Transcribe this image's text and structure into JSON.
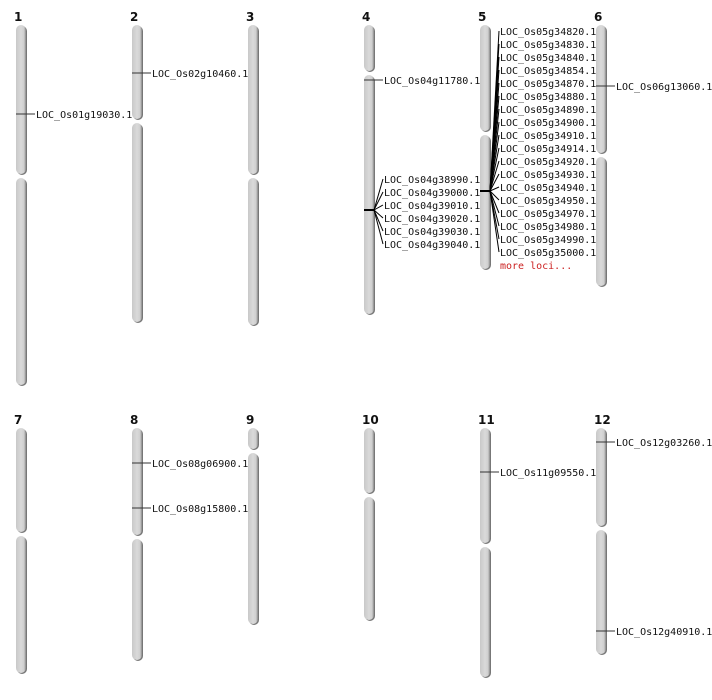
{
  "chromosomes": [
    {
      "name": "1",
      "loci": [
        "LOC_Os01g19030.1"
      ]
    },
    {
      "name": "2",
      "loci": [
        "LOC_Os02g10460.1"
      ]
    },
    {
      "name": "3",
      "loci": []
    },
    {
      "name": "4",
      "loci": [
        "LOC_Os04g11780.1"
      ],
      "cluster": [
        "LOC_Os04g38990.1",
        "LOC_Os04g39000.1",
        "LOC_Os04g39010.1",
        "LOC_Os04g39020.1",
        "LOC_Os04g39030.1",
        "LOC_Os04g39040.1"
      ]
    },
    {
      "name": "5",
      "loci": [],
      "cluster": [
        "LOC_Os05g34820.1",
        "LOC_Os05g34830.1",
        "LOC_Os05g34840.1",
        "LOC_Os05g34854.1",
        "LOC_Os05g34870.1",
        "LOC_Os05g34880.1",
        "LOC_Os05g34890.1",
        "LOC_Os05g34900.1",
        "LOC_Os05g34910.1",
        "LOC_Os05g34914.1",
        "LOC_Os05g34920.1",
        "LOC_Os05g34930.1",
        "LOC_Os05g34940.1",
        "LOC_Os05g34950.1",
        "LOC_Os05g34970.1",
        "LOC_Os05g34980.1",
        "LOC_Os05g34990.1",
        "LOC_Os05g35000.1"
      ],
      "more": "more loci..."
    },
    {
      "name": "6",
      "loci": [
        "LOC_Os06g13060.1"
      ]
    },
    {
      "name": "7",
      "loci": []
    },
    {
      "name": "8",
      "loci": [
        "LOC_Os08g06900.1",
        "LOC_Os08g15800.1"
      ]
    },
    {
      "name": "9",
      "loci": []
    },
    {
      "name": "10",
      "loci": []
    },
    {
      "name": "11",
      "loci": [
        "LOC_Os11g09550.1"
      ]
    },
    {
      "name": "12",
      "loci": [
        "LOC_Os12g03260.1",
        "LOC_Os12g40910.1"
      ]
    }
  ],
  "colors": {
    "chromosome": "#d4d4d4",
    "shadow": "#777777",
    "more": "#cc2222"
  }
}
